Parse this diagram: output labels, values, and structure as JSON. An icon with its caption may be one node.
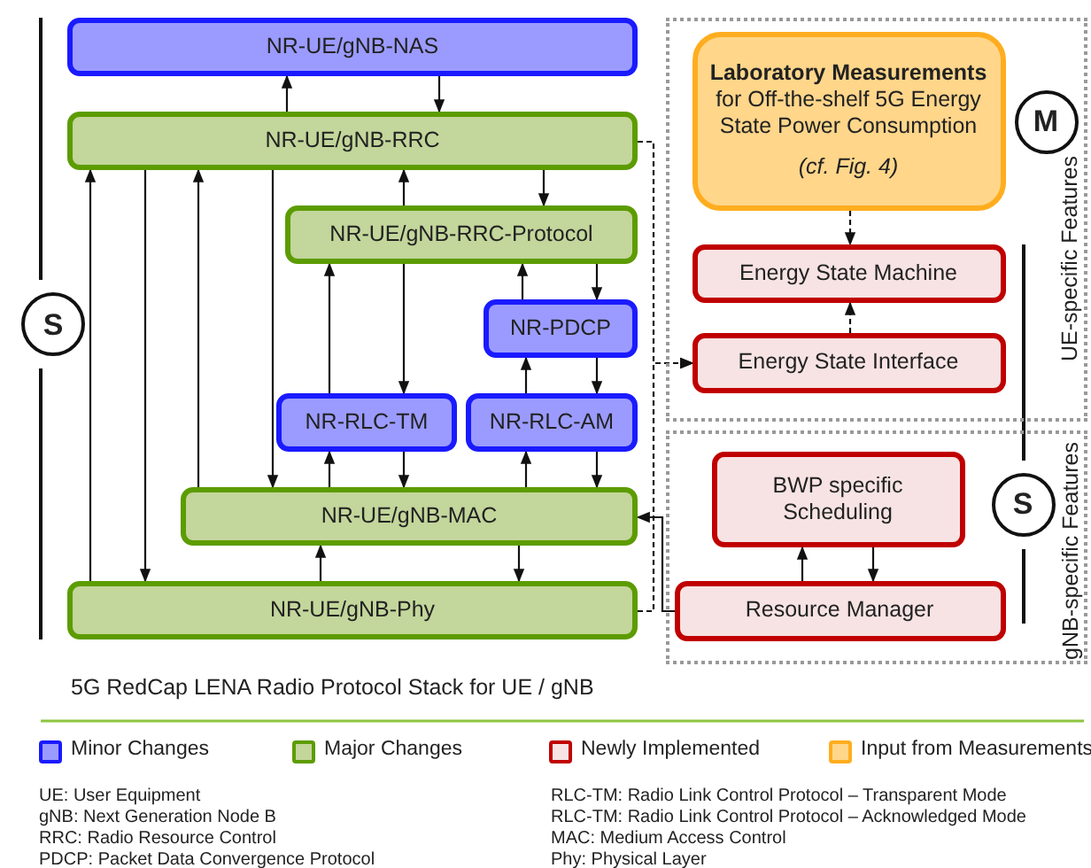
{
  "diagram": {
    "caption": "5G RedCap LENA Radio Protocol Stack for UE / gNB",
    "nodes": [
      {
        "text": [
          "NR-UE/gNB-NAS"
        ]
      },
      {
        "text": [
          "NR-UE/gNB-RRC"
        ]
      },
      {
        "text": [
          "NR-UE/gNB-RRC-Protocol"
        ]
      },
      {
        "text": [
          "NR-PDCP"
        ]
      },
      {
        "text": [
          "NR-RLC-TM"
        ]
      },
      {
        "text": [
          "NR-RLC-AM"
        ]
      },
      {
        "text": [
          "NR-UE/gNB-MAC"
        ]
      },
      {
        "text": [
          "NR-UE/gNB-Phy"
        ]
      },
      {
        "text": [
          "UE-specific Features"
        ]
      },
      {
        "text": [
          "Laboratory Measurements",
          "for Off-the-shelf 5G Energy State Power Consumption",
          "(cf. Fig. 4)"
        ],
        "in": 8
      },
      {
        "text": [
          "M"
        ],
        "in": 8
      },
      {
        "text": [
          "Energy State Machine"
        ],
        "in": 8
      },
      {
        "text": [
          "Energy State Interface"
        ],
        "in": 8
      },
      {
        "text": [
          "gNB-specific Features"
        ]
      },
      {
        "text": [
          "BWP specific Scheduling"
        ],
        "in": 13
      },
      {
        "text": [
          "S"
        ],
        "in": 13
      },
      {
        "text": [
          "Resource Manager"
        ],
        "in": 13
      },
      {
        "text": [
          "S"
        ]
      }
    ],
    "edges": [
      {
        "from": 1,
        "to": 0,
        "arrow": "to"
      },
      {
        "from": 0,
        "to": 1,
        "arrow": "to"
      },
      {
        "from": 7,
        "to": 1,
        "arrow": "to"
      },
      {
        "from": 1,
        "to": 7,
        "arrow": "to"
      },
      {
        "from": 6,
        "to": 1,
        "arrow": "to"
      },
      {
        "from": 1,
        "to": 6,
        "arrow": "to"
      },
      {
        "from": 2,
        "to": 1,
        "arrow": "to"
      },
      {
        "from": 1,
        "to": 2,
        "arrow": "to"
      },
      {
        "from": 4,
        "to": 2,
        "arrow": "to"
      },
      {
        "from": 2,
        "to": 4,
        "arrow": "to"
      },
      {
        "from": 3,
        "to": 2,
        "arrow": "to"
      },
      {
        "from": 2,
        "to": 3,
        "arrow": "to"
      },
      {
        "from": 5,
        "to": 3,
        "arrow": "to"
      },
      {
        "from": 3,
        "to": 5,
        "arrow": "to"
      },
      {
        "from": 6,
        "to": 4,
        "arrow": "to"
      },
      {
        "from": 4,
        "to": 6,
        "arrow": "to"
      },
      {
        "from": 6,
        "to": 5,
        "arrow": "to"
      },
      {
        "from": 5,
        "to": 6,
        "arrow": "to"
      },
      {
        "from": 7,
        "to": 6,
        "arrow": "to"
      },
      {
        "from": 6,
        "to": 7,
        "arrow": "to"
      },
      {
        "from": 9,
        "to": 11,
        "arrow": "to",
        "style": "dashed"
      },
      {
        "from": 12,
        "to": 11,
        "arrow": "to",
        "style": "dashed"
      },
      {
        "from": 1,
        "to": 12,
        "arrow": "to",
        "style": "dashed"
      },
      {
        "from": 7,
        "to": 12,
        "arrow": "to",
        "style": "dashed"
      },
      {
        "from": 16,
        "to": 6,
        "arrow": "to"
      },
      {
        "from": 16,
        "to": 14,
        "arrow": "to"
      },
      {
        "from": 14,
        "to": 16,
        "arrow": "to"
      }
    ],
    "labels": [
      "UE: User Equipment",
      "RLC-TM: Radio Link Control Protocol – Transparent Mode",
      "gNB: Next Generation Node B",
      "RLC-TM: Radio Link Control Protocol – Acknowledged Mode",
      "RRC: Radio Resource Control",
      "MAC: Medium Access Control",
      "PDCP: Packet Data Convergence Protocol",
      "Phy: Physical Layer"
    ],
    "legend": [
      {
        "text": "Minor Changes",
        "color": "#9b9bff"
      },
      {
        "text": "Major Changes",
        "color": "#c3d69b"
      },
      {
        "text": "Newly Implemented",
        "color": "#f7e3e3"
      },
      {
        "text": "Input from Measurements",
        "color": "#ffd68a"
      }
    ]
  }
}
